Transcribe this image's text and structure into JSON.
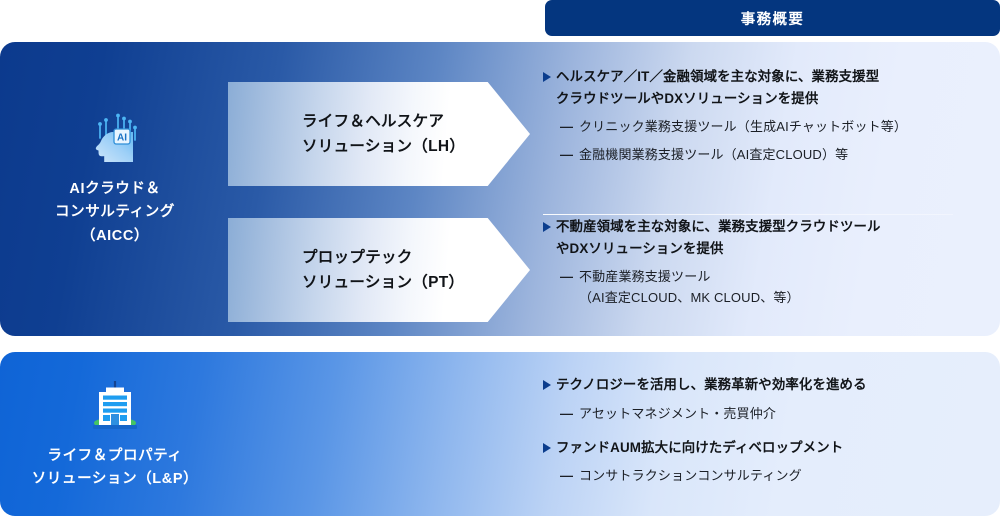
{
  "header": {
    "title": "事務概要"
  },
  "segments": [
    {
      "id": "aicc",
      "icon": "ai-head-icon",
      "label": "AIクラウド＆\nコンサルティング\n（AICC）",
      "accent": "#0c3a8d",
      "arrows": [
        {
          "id": "lh",
          "label": "ライフ＆ヘルスケア\nソリューション（LH）",
          "points": [
            {
              "marker": "triangle",
              "text": "ヘルスケア／IT／金融領域を主な対象に、業務支援型\nクラウドツールやDXソリューションを提供",
              "subs": [
                "クリニック業務支援ツール（生成AIチャットボット等）",
                "金融機関業務支援ツール（AI査定CLOUD）等"
              ]
            }
          ]
        },
        {
          "id": "pt",
          "label": "プロップテック\nソリューション（PT）",
          "points": [
            {
              "marker": "triangle",
              "text": "不動産領域を主な対象に、業務支援型クラウドツール\nやDXソリューションを提供",
              "subs": [
                "不動産業務支援ツール\n（AI査定CLOUD、MK CLOUD、等）"
              ]
            }
          ]
        }
      ]
    },
    {
      "id": "lp",
      "icon": "building-icon",
      "label": "ライフ＆プロパティ\nソリューション（L&P）",
      "accent": "#0f64d6",
      "points": [
        {
          "marker": "triangle",
          "text": "テクノロジーを活用し、業務革新や効率化を進める",
          "subs": [
            "アセットマネジメント・売買仲介"
          ]
        },
        {
          "marker": "triangle",
          "text": "ファンドAUM拡大に向けたディベロップメント",
          "subs": [
            "コンサトラクションコンサルティング"
          ]
        }
      ]
    }
  ],
  "markers": {
    "triangle": "▶",
    "dash": "―"
  }
}
